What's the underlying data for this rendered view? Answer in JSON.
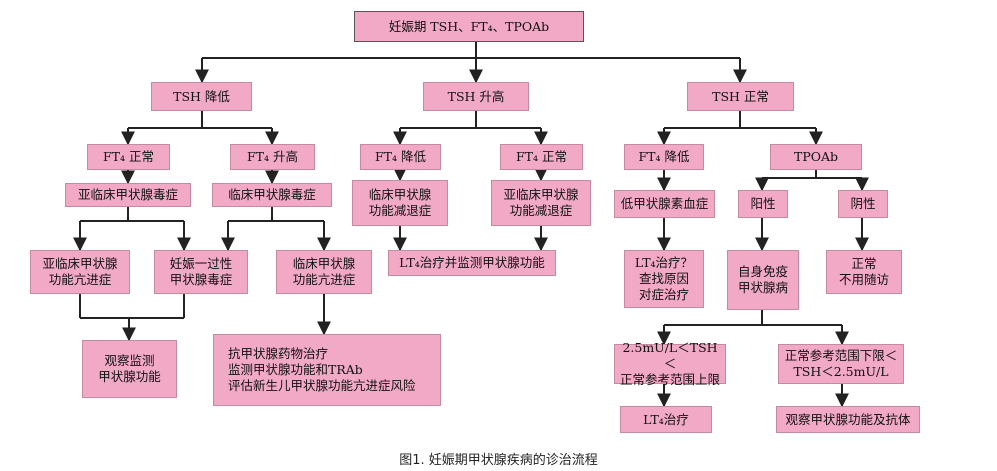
{
  "nodes": {
    "root": "妊娠期 TSH、FT₄、TPOAb",
    "tsh_low": "TSH 降低",
    "tsh_high": "TSH 升高",
    "tsh_normal": "TSH 正常",
    "ft4_normal_1": "FT₄ 正常",
    "ft4_high": "FT₄ 升高",
    "ft4_low_1": "FT₄ 降低",
    "ft4_normal_2": "FT₄ 正常",
    "ft4_low_2": "FT₄ 降低",
    "tpoab": "TPOAb",
    "subclinical_hyper": "亚临床甲状腺毒症",
    "clinical_thyrotox": "临床甲状腺毒症",
    "clinical_hypo": "临床甲状腺\n功能减退症",
    "subclinical_hypo": "亚临床甲状腺\n功能减退症",
    "hypothyroxinemia": "低甲状腺素血症",
    "positive": "阳性",
    "negative": "阴性",
    "subclinical_hyper_fn": "亚临床甲状腺\n功能亢进症",
    "gestational": "妊娠一过性\n甲状腺毒症",
    "clinical_hyper_fn": "临床甲状腺\n功能亢进症",
    "lt4_monitor": "LT₄治疗并监测甲状腺功能",
    "lt4_check": "LT₄治疗？\n查找原因\n对症治疗",
    "autoimmune": "自身免疫\n甲状腺病",
    "normal_no_followup": "正常\n不用随访",
    "observe_fn": "观察监测\n甲状腺功能",
    "antithyroid": "抗甲状腺药物治疗\n监测甲状腺功能和TRAb\n评估新生儿甲状腺功能亢进症风险",
    "tsh_range_upper": "2.5mU/L＜TSH＜\n正常参考范围上限",
    "tsh_range_lower": "正常参考范围下限＜\nTSH＜2.5mU/L",
    "lt4_treat": "LT₄治疗",
    "observe_fn_ab": "观察甲状腺功能及抗体"
  },
  "caption": "图1. 妊娠期甲状腺疾病的诊治流程"
}
